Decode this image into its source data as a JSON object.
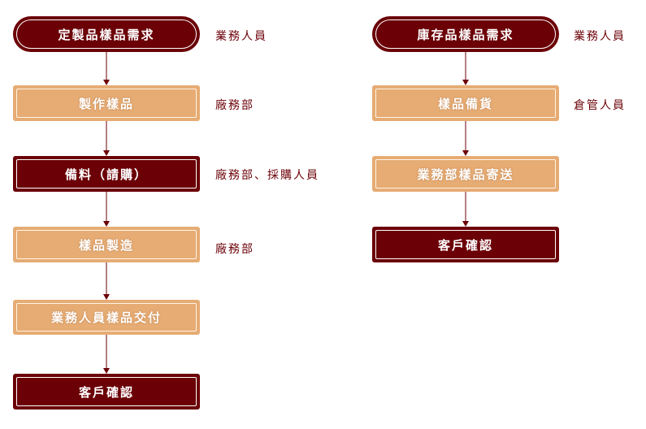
{
  "colors": {
    "dark": "#6b0007",
    "light": "#e6ac74",
    "text": "#6b0007",
    "arrow": "#6b0007"
  },
  "left_flow": {
    "steps": [
      {
        "label": "定製品樣品需求",
        "style": "dark-pill",
        "role": "業務人員"
      },
      {
        "label": "製作樣品",
        "style": "light",
        "role": "廠務部"
      },
      {
        "label": "備料（請購）",
        "style": "dark",
        "role": "廠務部、採購人員"
      },
      {
        "label": "樣品製造",
        "style": "light",
        "role": "廠務部"
      },
      {
        "label": "業務人員樣品交付",
        "style": "light",
        "role": ""
      },
      {
        "label": "客戶確認",
        "style": "dark",
        "role": ""
      }
    ]
  },
  "right_flow": {
    "steps": [
      {
        "label": "庫存品樣品需求",
        "style": "dark-pill",
        "role": "業務人員"
      },
      {
        "label": "樣品備貨",
        "style": "light",
        "role": "倉管人員"
      },
      {
        "label": "業務部樣品寄送",
        "style": "light",
        "role": ""
      },
      {
        "label": "客戶確認",
        "style": "dark",
        "role": ""
      }
    ]
  }
}
